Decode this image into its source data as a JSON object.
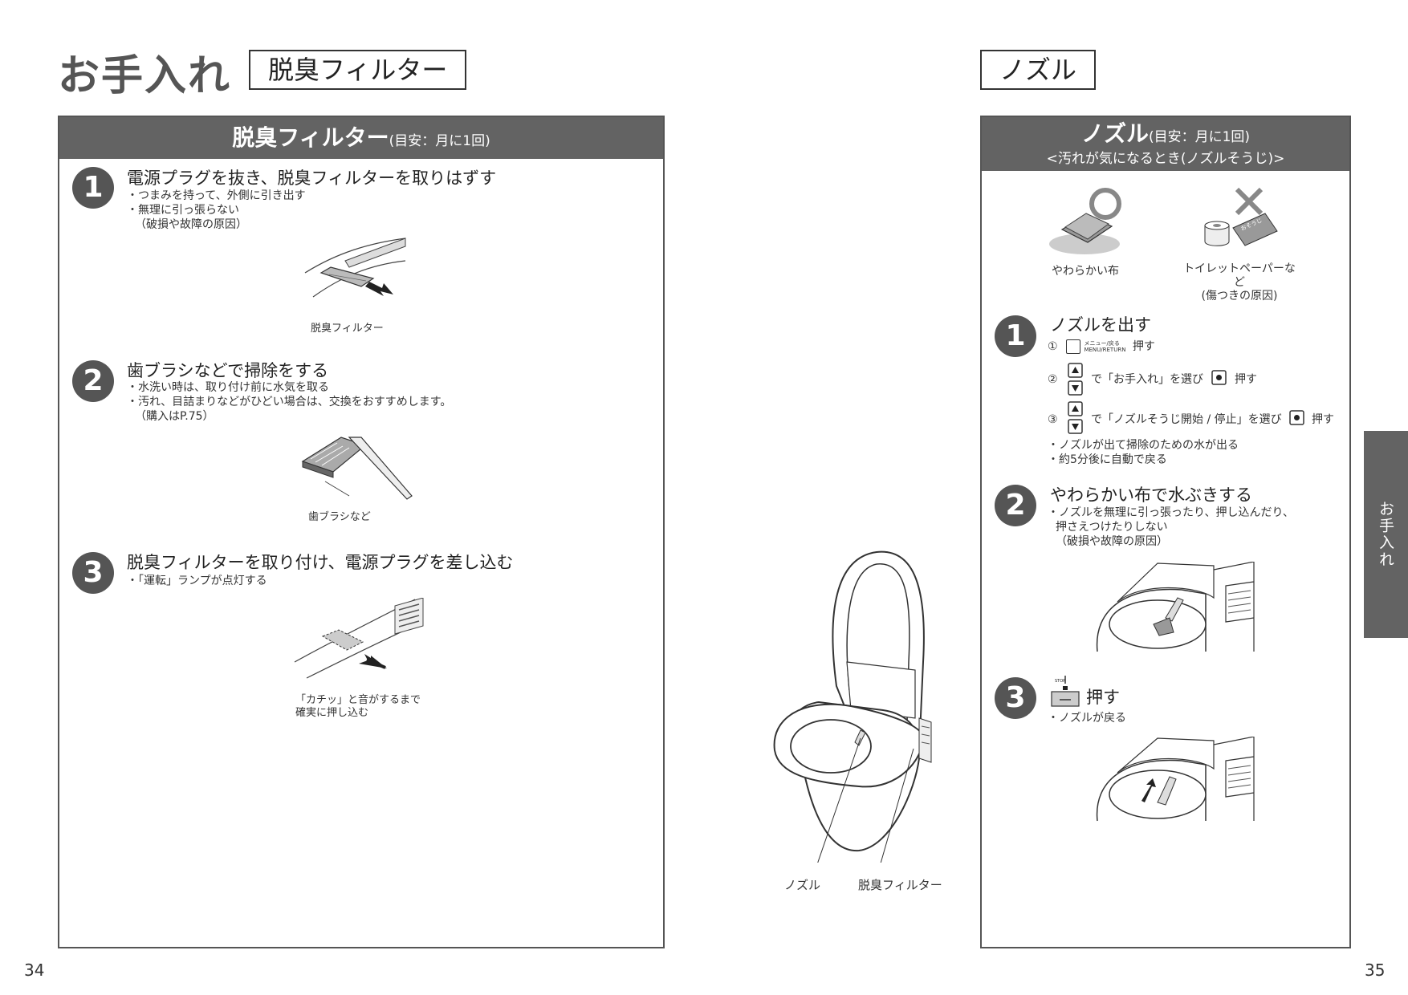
{
  "header": {
    "title": "お手入れ",
    "left_box": "脱臭フィルター",
    "right_box": "ノズル"
  },
  "left_panel": {
    "title": "脱臭フィルター",
    "subtitle": "(目安：月に1回)",
    "steps": [
      {
        "num": "1",
        "title": "電源プラグを抜き、脱臭フィルターを取りはずす",
        "notes": [
          "・つまみを持って、外側に引き出す",
          "・無理に引っ張らない",
          "（破損や故障の原因）"
        ],
        "caption": "脱臭フィルター"
      },
      {
        "num": "2",
        "title": "歯ブラシなどで掃除をする",
        "notes": [
          "・水洗い時は、取り付け前に水気を取る",
          "・汚れ、目詰まりなどがひどい場合は、交換をおすすめします。",
          "（購入はP.75）"
        ],
        "caption": "歯ブラシなど"
      },
      {
        "num": "3",
        "title": "脱臭フィルターを取り付け、電源プラグを差し込む",
        "notes": [
          "・「運転」ランプが点灯する"
        ],
        "caption_lines": [
          "「カチッ」と音がするまで",
          "確実に押し込む"
        ]
      }
    ]
  },
  "center": {
    "label_nozzle": "ノズル",
    "label_filter": "脱臭フィルター"
  },
  "right_panel": {
    "title": "ノズル",
    "subtitle": "(目安：月に1回)",
    "subtitle2": "<汚れが気になるとき(ノズルそうじ)>",
    "ok_label": "やわらかい布",
    "ng_label": "トイレットペーパーなど",
    "ng_label2": "(傷つきの原因)",
    "ng_package_text": "おそうじ",
    "steps": [
      {
        "num": "1",
        "title": "ノズルを出す",
        "substeps": [
          {
            "mark": "①",
            "key_text_top": "メニュー/戻る",
            "key_text_bottom": "MENU/RETURN",
            "action": "押す"
          },
          {
            "mark": "②",
            "text": "で「お手入れ」を選び",
            "action": "押す"
          },
          {
            "mark": "③",
            "text": "で「ノズルそうじ開始 / 停止」を選び",
            "action": "押す"
          }
        ],
        "notes": [
          "・ノズルが出て掃除のための水が出る",
          "・約5分後に自動で戻る"
        ]
      },
      {
        "num": "2",
        "title": "やわらかい布で水ぶきする",
        "notes": [
          "・ノズルを無理に引っ張ったり、押し込んだり、",
          "押さえつけたりしない",
          "（破損や故障の原因）"
        ]
      },
      {
        "num": "3",
        "title": "押す",
        "stop_label": "STOP",
        "notes": [
          "・ノズルが戻る"
        ]
      }
    ]
  },
  "side_tab": "お手入れ",
  "page_left": "34",
  "page_right": "35"
}
